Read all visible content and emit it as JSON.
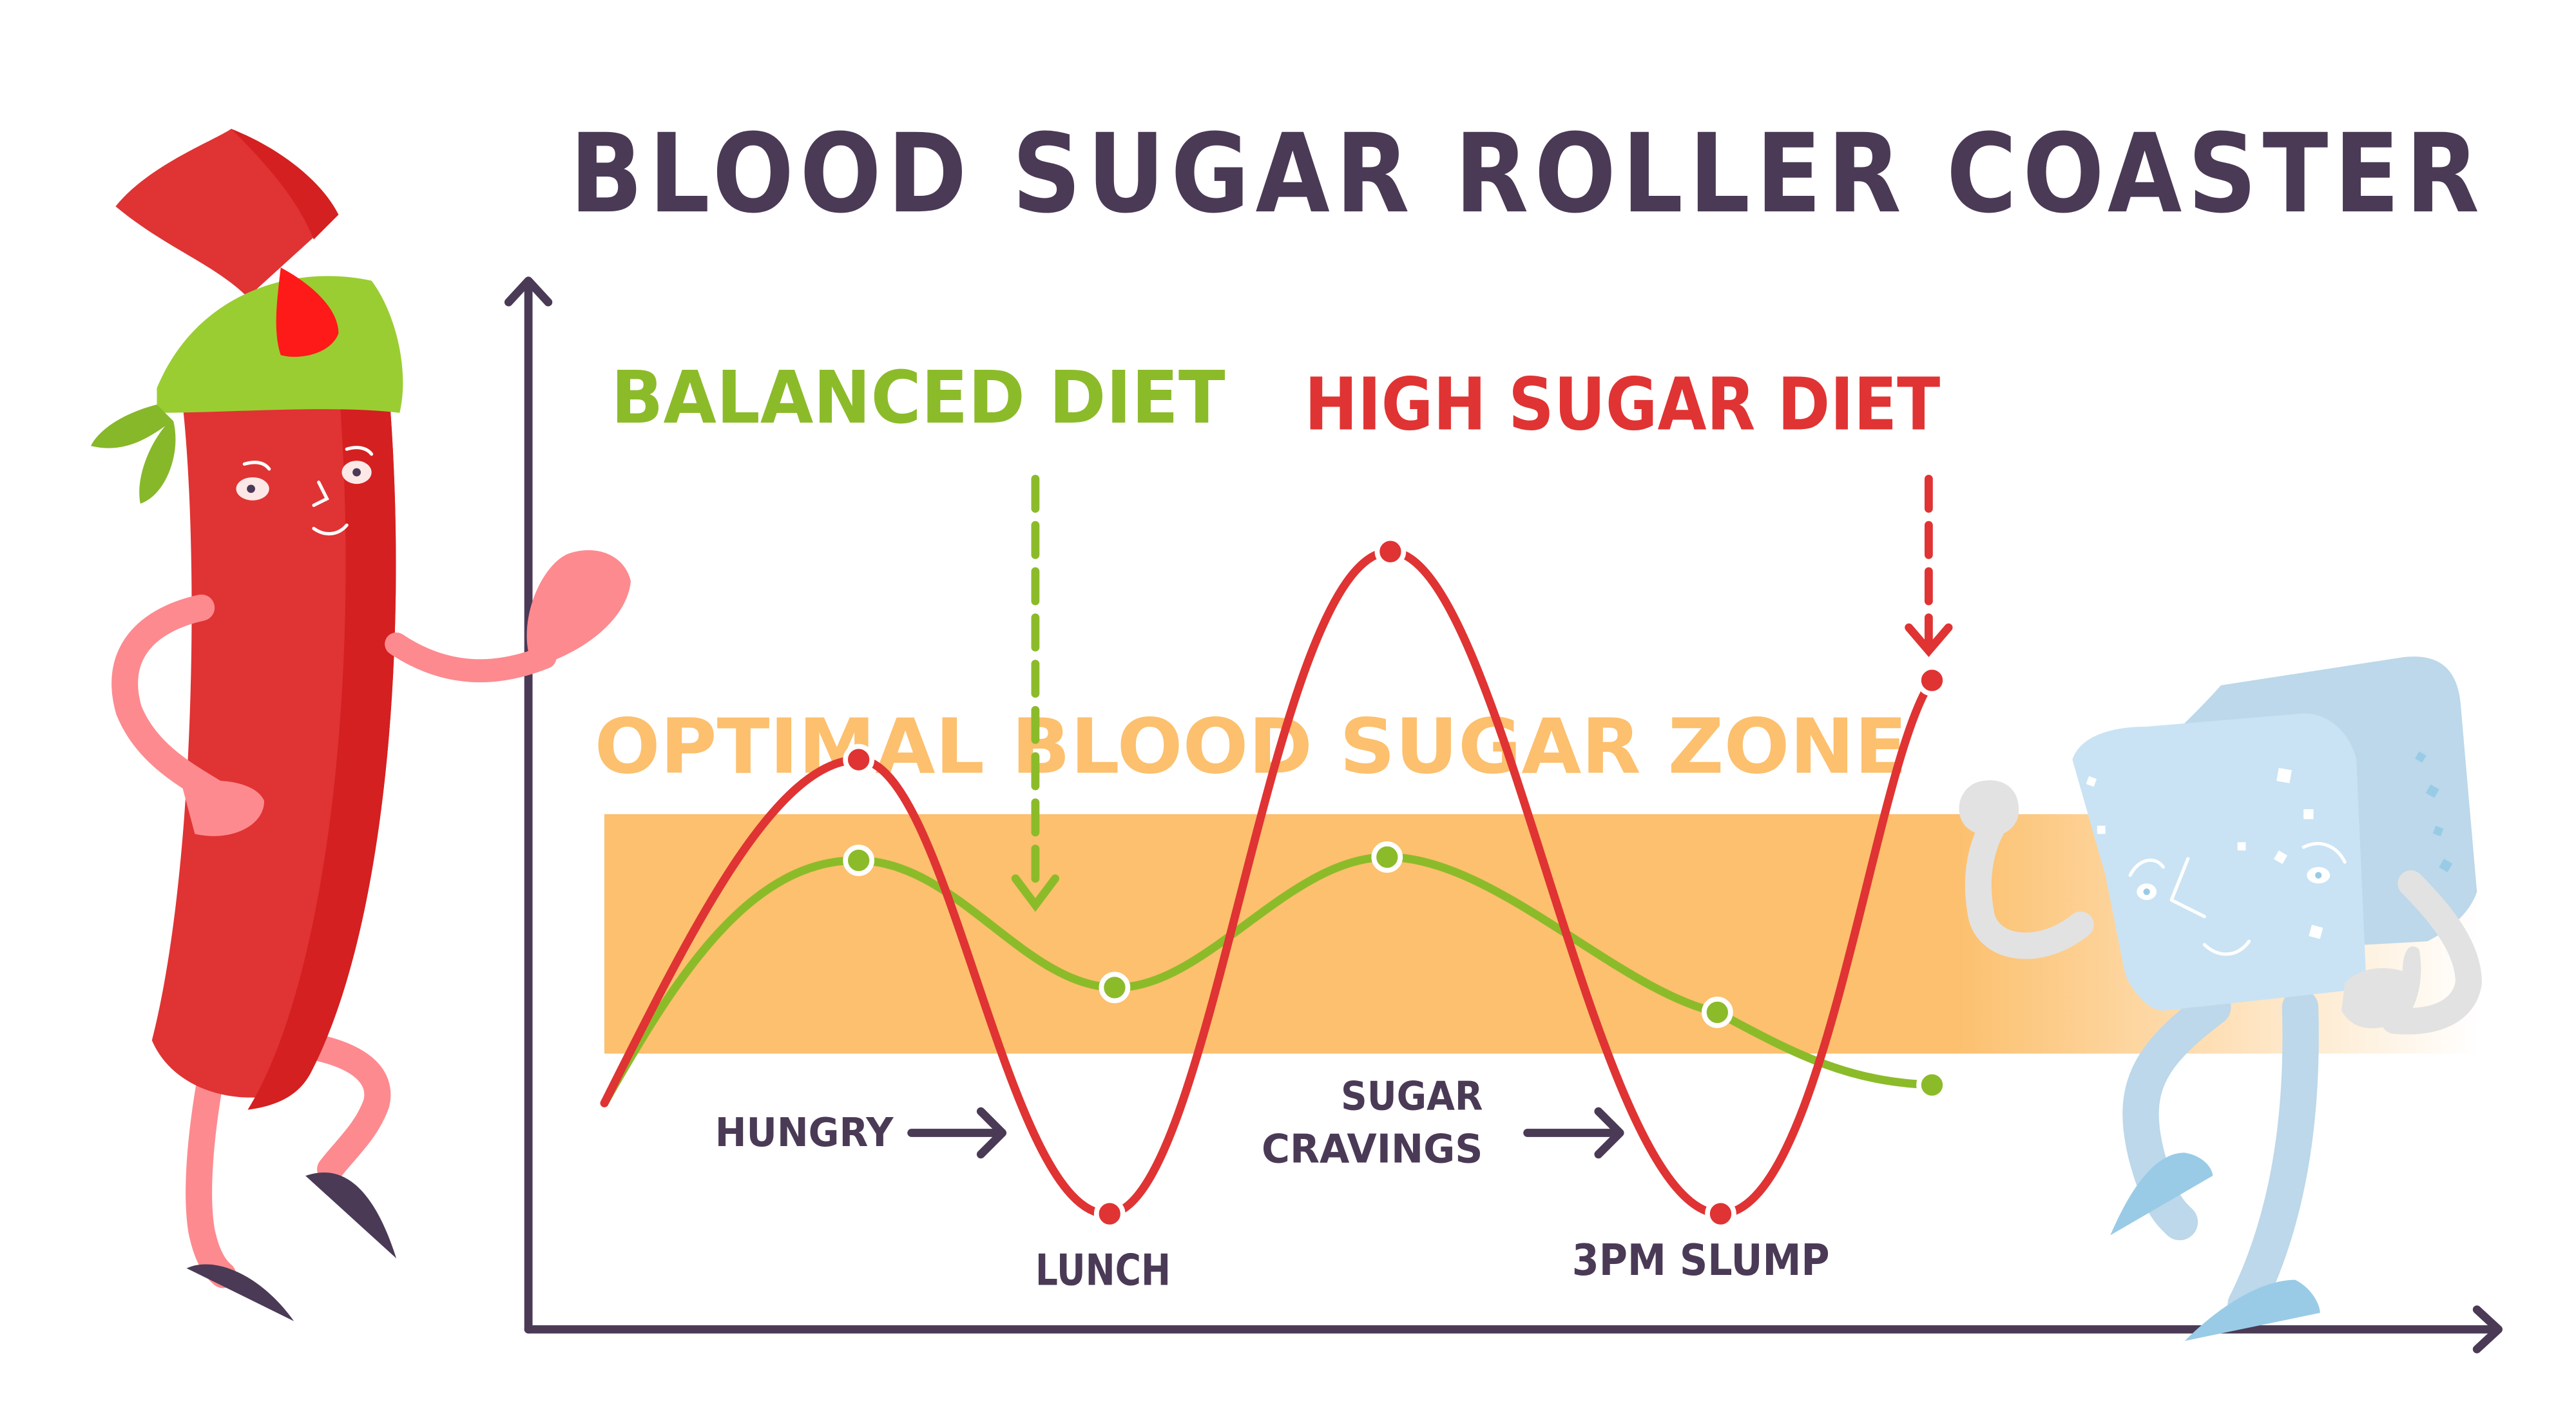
{
  "title": "BLOOD SUGAR ROLLER COASTER",
  "legend": {
    "balanced": {
      "label": "BALANCED DIET",
      "color": "#8cbb2a"
    },
    "high_sugar": {
      "label": "HIGH SUGAR DIET",
      "color": "#e03333"
    }
  },
  "zone": {
    "label": "OPTIMAL BLOOD SUGAR ZONE",
    "color": "#fcc06e",
    "text_color": "#fcc06e"
  },
  "annotations": {
    "hungry": "HUNGRY",
    "lunch": "LUNCH",
    "sugar_cravings_line1": "SUGAR",
    "sugar_cravings_line2": "CRAVINGS",
    "slump": "3PM SLUMP"
  },
  "colors": {
    "axis": "#4a3a56",
    "title": "#4a3a56",
    "pepper": "#e03333",
    "pepper_shade": "#d42020",
    "bandana": "#9acd32",
    "limb_pink": "#fd8a8f",
    "shoe": "#4a3a56",
    "cube": "#c9e3f4",
    "cube_shade": "#bcd8ea",
    "cube_limb": "#e2e2e2",
    "cube_leg": "#bcd8ea",
    "cube_shoe": "#99cbe6"
  },
  "chart_data": {
    "type": "line",
    "title": "BLOOD SUGAR ROLLER COASTER",
    "xlabel": "",
    "ylabel": "",
    "axes": {
      "x_ticks": "none",
      "y_ticks": "none",
      "grid": false
    },
    "band": {
      "label": "OPTIMAL BLOOD SUGAR ZONE",
      "y_range_relative": [
        0.26,
        0.53
      ]
    },
    "series": [
      {
        "name": "BALANCED DIET",
        "color": "#8cbb2a",
        "points": [
          {
            "x": 0.0,
            "y": 0.22
          },
          {
            "x": 0.19,
            "y": 0.45
          },
          {
            "x": 0.39,
            "y": 0.33
          },
          {
            "x": 0.59,
            "y": 0.45
          },
          {
            "x": 0.84,
            "y": 0.31
          },
          {
            "x": 1.0,
            "y": 0.24
          }
        ]
      },
      {
        "name": "HIGH SUGAR DIET",
        "color": "#e03333",
        "points": [
          {
            "x": 0.0,
            "y": 0.22
          },
          {
            "x": 0.19,
            "y": 0.53
          },
          {
            "x": 0.38,
            "y": 0.1,
            "annotation": "LUNCH"
          },
          {
            "x": 0.59,
            "y": 0.74
          },
          {
            "x": 0.84,
            "y": 0.1,
            "annotation": "3PM SLUMP"
          },
          {
            "x": 1.0,
            "y": 0.62
          }
        ]
      }
    ],
    "annotations": [
      "HUNGRY →",
      "LUNCH",
      "SUGAR CRAVINGS →",
      "3PM SLUMP"
    ]
  }
}
